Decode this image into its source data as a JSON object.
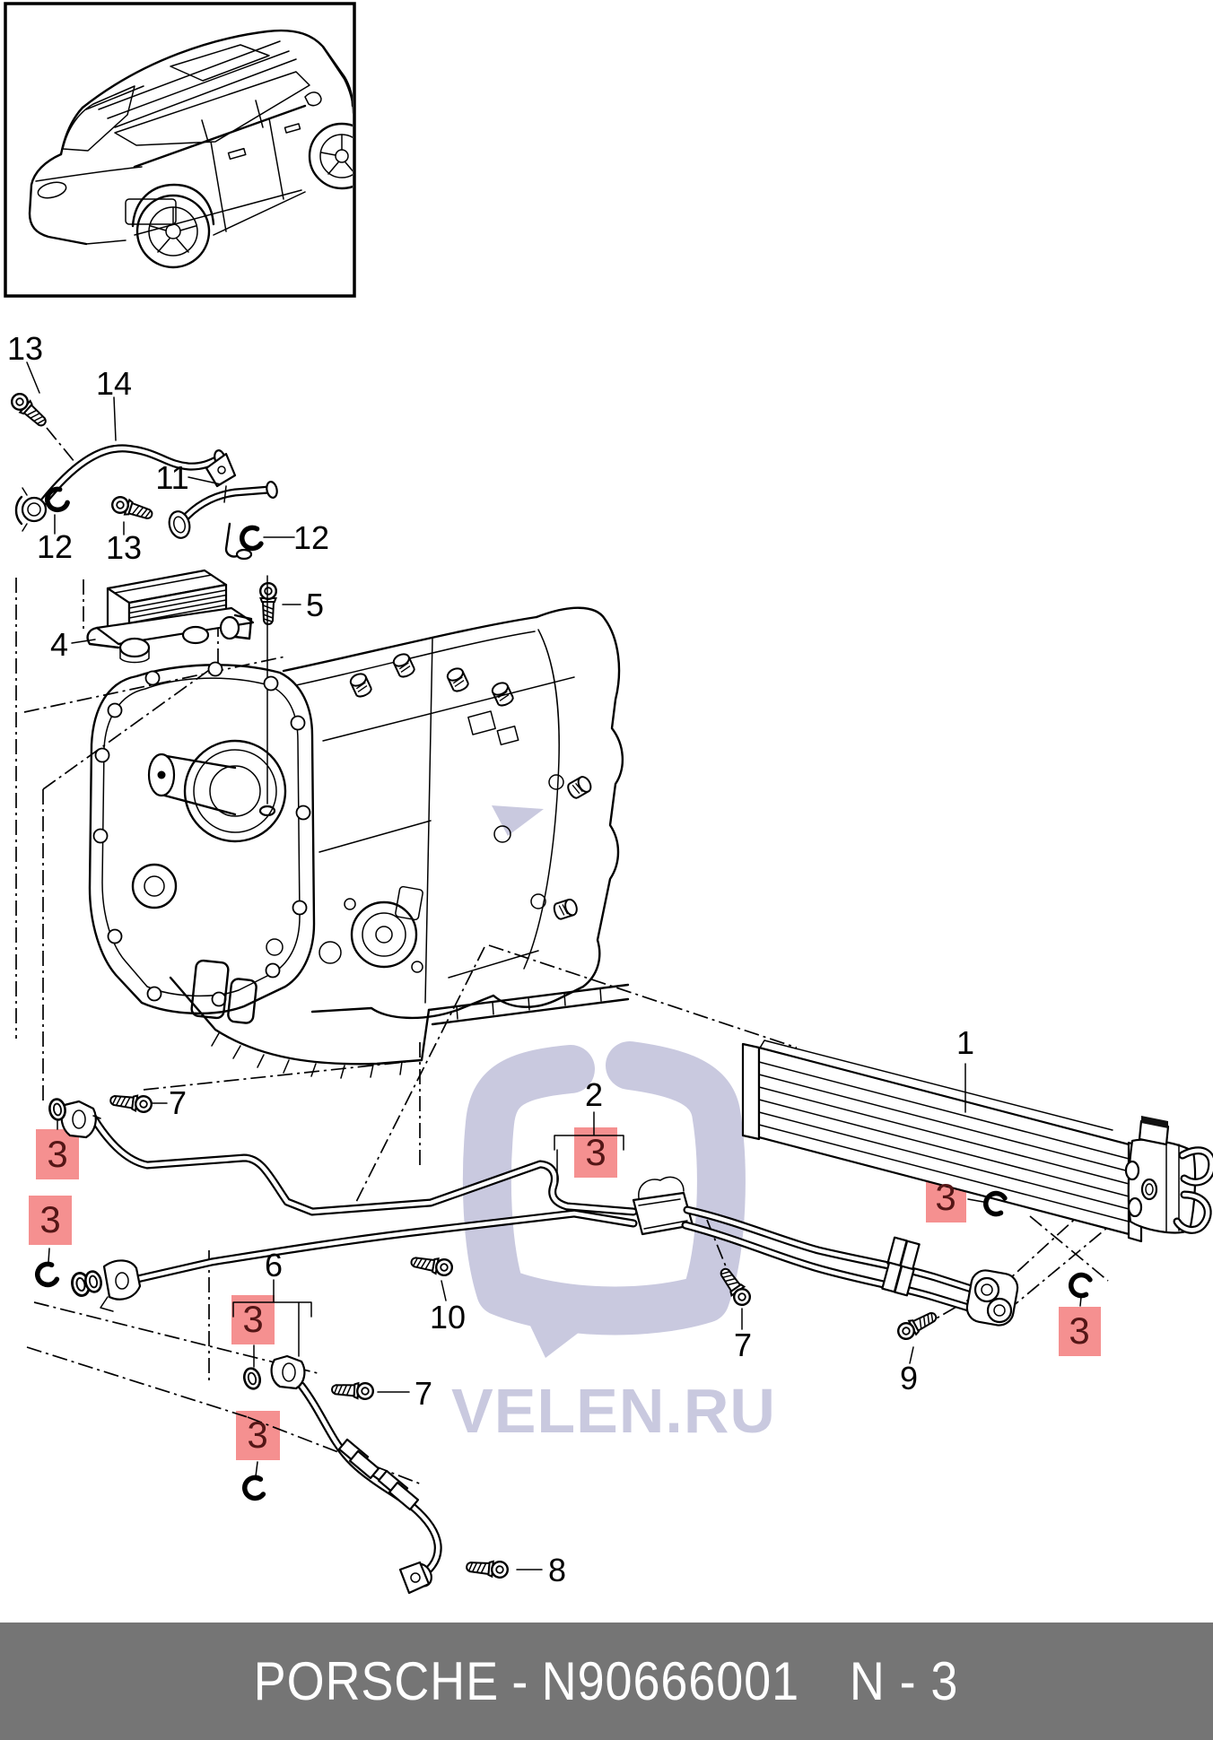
{
  "watermark": {
    "text": "VELEN.RU"
  },
  "footer": {
    "brand": "PORSCHE",
    "separator": "-",
    "part_code": "N90666001",
    "page_ref": "N - 3"
  },
  "colors": {
    "line": "#000000",
    "highlight_bg": "#f59090",
    "highlight_text": "#541616",
    "watermark": "#c9c9df",
    "footer_bg": "#757575",
    "footer_text": "#ffffff"
  },
  "labels": [
    {
      "id": "callout-13-top",
      "text": "13"
    },
    {
      "id": "callout-14",
      "text": "14"
    },
    {
      "id": "callout-11",
      "text": "11"
    },
    {
      "id": "callout-12-left",
      "text": "12"
    },
    {
      "id": "callout-13-lower",
      "text": "13"
    },
    {
      "id": "callout-12-right",
      "text": "12"
    },
    {
      "id": "callout-5",
      "text": "5"
    },
    {
      "id": "callout-4",
      "text": "4"
    },
    {
      "id": "callout-7-upper-left",
      "text": "7"
    },
    {
      "id": "callout-2",
      "text": "2"
    },
    {
      "id": "callout-1",
      "text": "1"
    },
    {
      "id": "callout-6",
      "text": "6"
    },
    {
      "id": "callout-10",
      "text": "10"
    },
    {
      "id": "callout-7-center",
      "text": "7"
    },
    {
      "id": "callout-7-bottom-left",
      "text": "7"
    },
    {
      "id": "callout-9",
      "text": "9"
    },
    {
      "id": "callout-8",
      "text": "8"
    }
  ],
  "highlights": [
    {
      "id": "highlight-3-left-top",
      "text": "3"
    },
    {
      "id": "highlight-3-left-lower",
      "text": "3"
    },
    {
      "id": "highlight-3-center",
      "text": "3"
    },
    {
      "id": "highlight-3-mid-bottom",
      "text": "3"
    },
    {
      "id": "highlight-3-bottom-left",
      "text": "3"
    },
    {
      "id": "highlight-3-radiator",
      "text": "3"
    },
    {
      "id": "highlight-3-bottom-right",
      "text": "3"
    }
  ]
}
